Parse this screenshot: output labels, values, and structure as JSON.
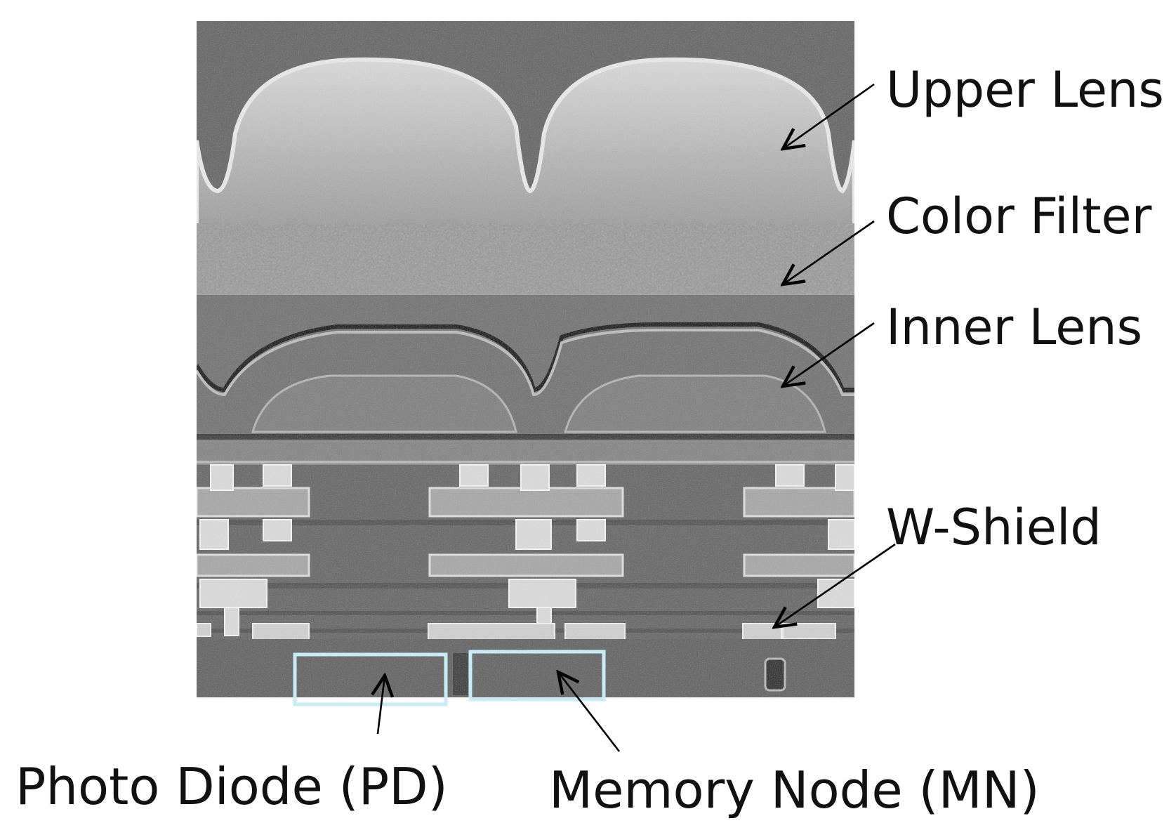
{
  "labels": {
    "upper_lens": "Upper Lens",
    "color_filter": "Color Filter",
    "inner_lens": "Inner Lens",
    "w_shield": "W-Shield",
    "photo_diode": "Photo Diode (PD)",
    "memory_node": "Memory Node (MN)"
  },
  "colors": {
    "background": "#ffffff",
    "sem_dark": "#6e6e6e",
    "sem_light": "#d6d6d6",
    "box_outline": "#c6ecf8",
    "arrow": "#000000"
  }
}
